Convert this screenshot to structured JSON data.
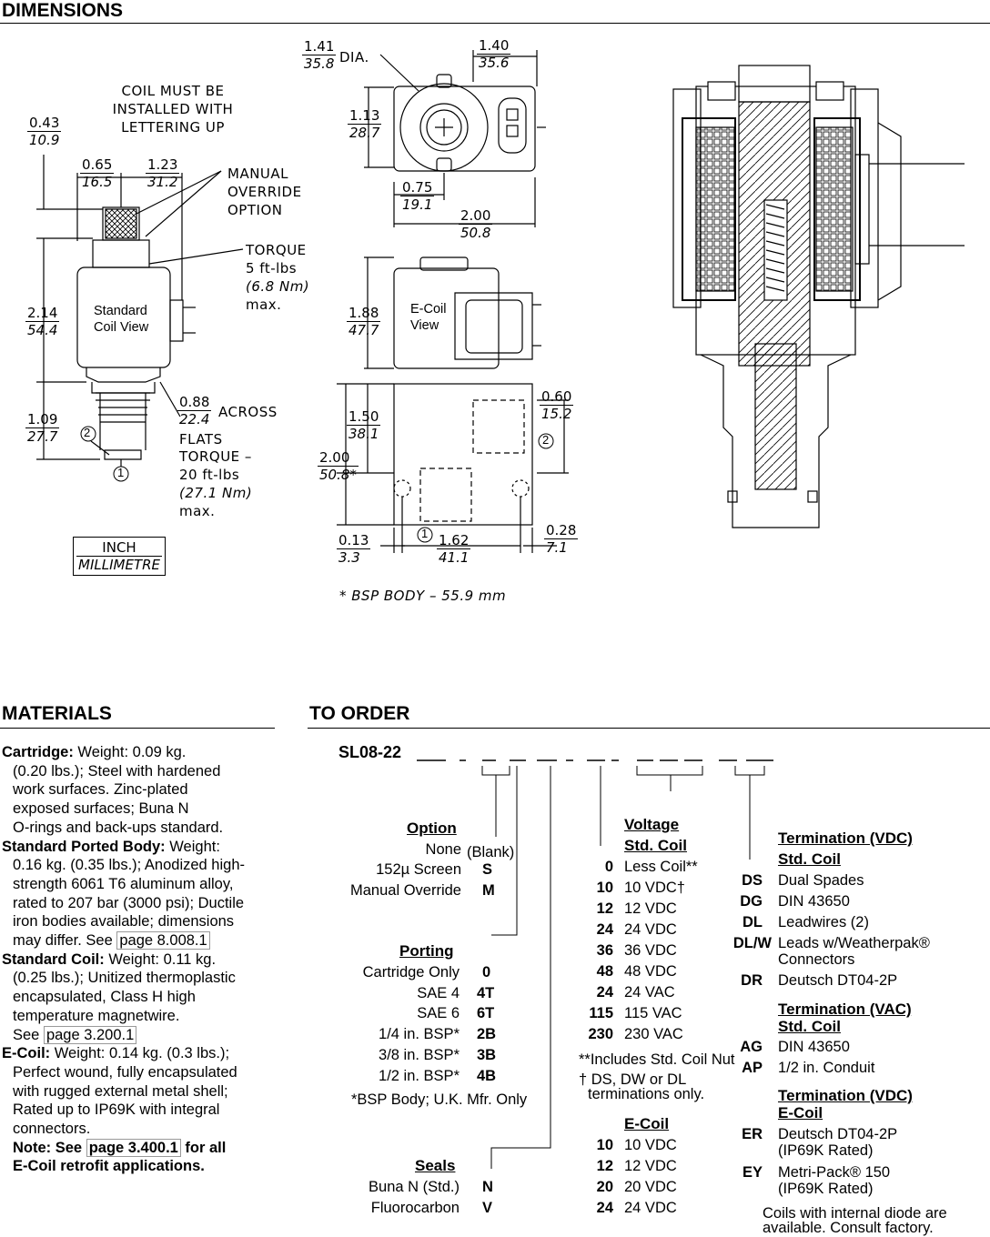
{
  "dimensions": {
    "title": "DIMENSIONS",
    "coil_note": [
      "COIL MUST BE",
      "INSTALLED WITH",
      "LETTERING UP"
    ],
    "manual_override": [
      "MANUAL",
      "OVERRIDE",
      "OPTION"
    ],
    "torque_coil": [
      "TORQUE",
      "5 ft-lbs",
      "(6.8 Nm)",
      "max."
    ],
    "torque_body": [
      "TORQUE –",
      "20 ft-lbs",
      "(27.1 Nm)",
      "max."
    ],
    "across": "ACROSS",
    "flats": "FLATS",
    "dia": "DIA.",
    "standard_coil_view": [
      "Standard",
      "Coil View"
    ],
    "ecoil_view": [
      "E-Coil",
      "View"
    ],
    "bsp_note": "* BSP BODY – 55.9 mm",
    "legend": {
      "inch": "INCH",
      "mm": "MILLIMETRE"
    },
    "labels": {
      "d043": [
        "0.43",
        "10.9"
      ],
      "d065": [
        "0.65",
        "16.5"
      ],
      "d123": [
        "1.23",
        "31.2"
      ],
      "d214": [
        "2.14",
        "54.4"
      ],
      "d109": [
        "1.09",
        "27.7"
      ],
      "d088": [
        "0.88",
        "22.4"
      ],
      "d141": [
        "1.41",
        "35.8"
      ],
      "d140": [
        "1.40",
        "35.6"
      ],
      "d113": [
        "1.13",
        "28.7"
      ],
      "d075": [
        "0.75",
        "19.1"
      ],
      "d200a": [
        "2.00",
        "50.8"
      ],
      "d188": [
        "1.88",
        "47.7"
      ],
      "d150": [
        "1.50",
        "38.1"
      ],
      "d200b": [
        "2.00",
        "50.8*"
      ],
      "d060": [
        "0.60",
        "15.2"
      ],
      "d013": [
        "0.13",
        "3.3"
      ],
      "d162": [
        "1.62",
        "41.1"
      ],
      "d028": [
        "0.28",
        "7.1"
      ]
    },
    "port1": "1",
    "port2": "2"
  },
  "materials": {
    "title": "MATERIALS",
    "cartridge": {
      "label": "Cartridge:",
      "lines": [
        " Weight: 0.09 kg.",
        "(0.20 lbs.); Steel with hardened",
        "work surfaces. Zinc-plated",
        "exposed surfaces; Buna N",
        "O-rings and back-ups standard."
      ]
    },
    "body": {
      "label": "Standard Ported Body:",
      "lines": [
        " Weight:",
        "0.16 kg. (0.35 lbs.); Anodized high-",
        "strength 6061 T6 aluminum alloy,",
        "rated to 207 bar (3000 psi); Ductile",
        "iron bodies available; dimensions",
        "may differ. See "
      ],
      "link": "page 8.008.1"
    },
    "coil": {
      "label": "Standard Coil:",
      "lines": [
        " Weight: 0.11 kg.",
        "(0.25 lbs.); Unitized thermoplastic",
        "encapsulated, Class H high",
        "temperature magnetwire.",
        "See "
      ],
      "link": "page 3.200.1"
    },
    "ecoil": {
      "label": "E-Coil:",
      "lines": [
        " Weight: 0.14 kg. (0.3 lbs.);",
        "Perfect wound, fully encapsulated",
        "with rugged external metal shell;",
        "Rated up to IP69K with integral",
        "connectors."
      ],
      "note_a": "Note: See ",
      "link": "page 3.400.1",
      "note_b": " for all",
      "note_c": "E-Coil retrofit applications."
    }
  },
  "order": {
    "title": "TO ORDER",
    "code": "SL08-22",
    "option": {
      "title": "Option",
      "items": [
        [
          "None",
          "(Blank)"
        ],
        [
          "152µ Screen",
          "S"
        ],
        [
          "Manual Override",
          "M"
        ]
      ]
    },
    "porting": {
      "title": "Porting",
      "items": [
        [
          "Cartridge Only",
          "0"
        ],
        [
          "SAE 4",
          "4T"
        ],
        [
          "SAE 6",
          "6T"
        ],
        [
          "1/4 in. BSP*",
          "2B"
        ],
        [
          "3/8 in. BSP*",
          "3B"
        ],
        [
          "1/2 in. BSP*",
          "4B"
        ]
      ],
      "note": "*BSP Body; U.K. Mfr. Only"
    },
    "seals": {
      "title": "Seals",
      "items": [
        [
          "Buna N (Std.)",
          "N"
        ],
        [
          "Fluorocarbon",
          "V"
        ]
      ]
    },
    "voltage": {
      "title": "Voltage",
      "subtitle": "Std. Coil",
      "items": [
        [
          "0",
          "Less Coil**"
        ],
        [
          "10",
          "10 VDC†"
        ],
        [
          "12",
          "12 VDC"
        ],
        [
          "24",
          "24 VDC"
        ],
        [
          "36",
          "36 VDC"
        ],
        [
          "48",
          "48 VDC"
        ],
        [
          "24",
          "24 VAC"
        ],
        [
          "115",
          "115 VAC"
        ],
        [
          "230",
          "230 VAC"
        ]
      ],
      "note1": "**Includes Std. Coil Nut",
      "note2": [
        "† DS, DW or DL",
        "terminations only."
      ]
    },
    "ecoil": {
      "title": "E-Coil",
      "items": [
        [
          "10",
          "10 VDC"
        ],
        [
          "12",
          "12 VDC"
        ],
        [
          "20",
          "20 VDC"
        ],
        [
          "24",
          "24 VDC"
        ]
      ]
    },
    "term_vdc": {
      "title": "Termination (VDC)",
      "subtitle": "Std. Coil",
      "items": [
        [
          "DS",
          "Dual Spades"
        ],
        [
          "DG",
          "DIN 43650"
        ],
        [
          "DL",
          "Leadwires (2)"
        ],
        [
          "DL/W",
          "Leads w/Weatherpak®"
        ],
        [
          "",
          "Connectors"
        ],
        [
          "DR",
          "Deutsch DT04-2P"
        ]
      ]
    },
    "term_vac": {
      "title": "Termination (VAC)",
      "subtitle": "Std. Coil",
      "items": [
        [
          "AG",
          "DIN 43650"
        ],
        [
          "AP",
          "1/2 in. Conduit"
        ]
      ]
    },
    "term_ecoil": {
      "title": "Termination (VDC)",
      "subtitle": "E-Coil",
      "items": [
        [
          "ER",
          "Deutsch DT04-2P"
        ],
        [
          "",
          "(IP69K Rated)"
        ],
        [
          "EY",
          "Metri-Pack® 150"
        ],
        [
          "",
          "(IP69K Rated)"
        ]
      ]
    },
    "footer": [
      "Coils with internal diode are",
      "available. Consult factory."
    ]
  }
}
